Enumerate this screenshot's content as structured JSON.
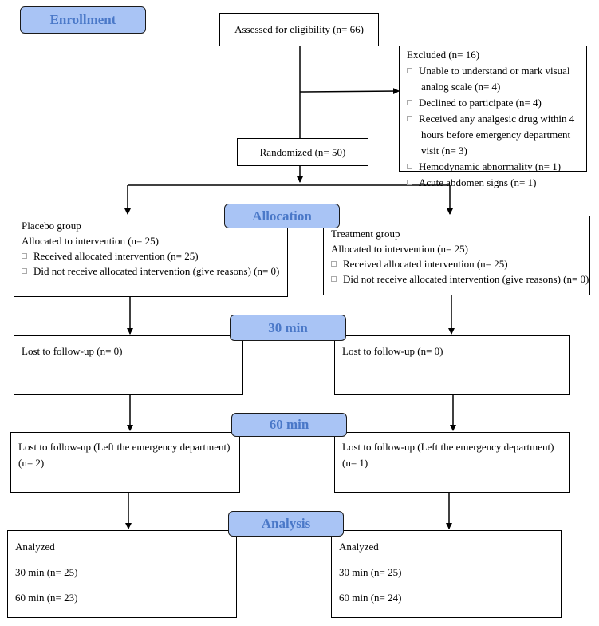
{
  "stages": {
    "enrollment": "Enrollment",
    "allocation": "Allocation",
    "min30": "30 min",
    "min60": "60 min",
    "analysis": "Analysis"
  },
  "assessed": "Assessed for eligibility (n= 66)",
  "excluded": {
    "title": "Excluded (n= 16)",
    "reasons": [
      {
        "line1": "Unable to understand or mark visual",
        "line2": "analog scale (n= 4)"
      },
      {
        "line1": "Declined to participate (n= 4)"
      },
      {
        "line1": "Received any analgesic drug within 4",
        "line2": "hours before emergency department",
        "line3": "visit (n= 3)"
      },
      {
        "line1": "Hemodynamic abnormality (n= 1)"
      },
      {
        "line1": "Acute abdomen signs (n= 1)"
      }
    ]
  },
  "randomized": "Randomized (n= 50)",
  "placebo": {
    "group": "Placebo group",
    "allocated": "Allocated to intervention (n= 25)",
    "received": "Received allocated intervention (n= 25)",
    "not_received": "Did not receive allocated intervention (give reasons) (n= 0)",
    "lost30": "Lost to follow-up (n= 0)",
    "lost60_line1": "Lost to follow-up (Left the emergency department)",
    "lost60_line2": "(n= 2)",
    "analyzed": "Analyzed",
    "a30": "30 min (n= 25)",
    "a60": "60 min (n= 23)"
  },
  "treatment": {
    "group": "Treatment group",
    "allocated": "Allocated to intervention (n= 25)",
    "received": "Received allocated intervention (n= 25)",
    "not_received": "Did not receive allocated intervention (give reasons) (n= 0)",
    "lost30": "Lost to follow-up (n= 0)",
    "lost60_line1": "Lost to follow-up (Left the emergency department)",
    "lost60_line2": "(n= 1)",
    "analyzed": "Analyzed",
    "a30": "30 min (n= 25)",
    "a60": "60 min (n= 24)"
  }
}
